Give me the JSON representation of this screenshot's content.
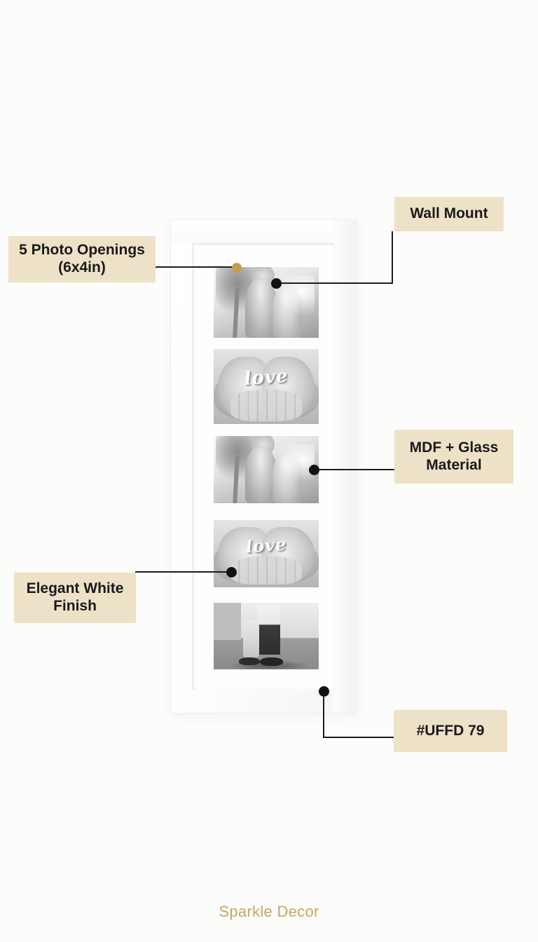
{
  "page": {
    "background_color": "#FCFCFB",
    "label_background_color": "#EDE1C8",
    "label_text_color": "#1A1A1A",
    "connector_color": "#1C1C1C",
    "accent_gold": "#C79B4E"
  },
  "product": {
    "type": "5-opening wall photo frame",
    "frame_color": "Elegant White",
    "photo_count": 5,
    "photos": [
      {
        "id": 1,
        "caption": "grandparent lifting child outdoors"
      },
      {
        "id": 2,
        "caption": "hands holding love script word"
      },
      {
        "id": 3,
        "caption": "grandparent lifting child outdoors"
      },
      {
        "id": 4,
        "caption": "hands holding love script word"
      },
      {
        "id": 5,
        "caption": "adult and child feet standing"
      }
    ],
    "photo_overlay_word": "love"
  },
  "callouts": [
    {
      "id": "openings",
      "line1": "5 Photo Openings",
      "line2": "(6x4in)"
    },
    {
      "id": "wall-mount",
      "line1": "Wall Mount",
      "line2": ""
    },
    {
      "id": "material",
      "line1": "MDF + Glass",
      "line2": "Material"
    },
    {
      "id": "finish",
      "line1": "Elegant White",
      "line2": "Finish"
    },
    {
      "id": "sku",
      "line1": "#UFFD 79",
      "line2": ""
    }
  ],
  "footer": {
    "brand": "Sparkle Decor"
  }
}
